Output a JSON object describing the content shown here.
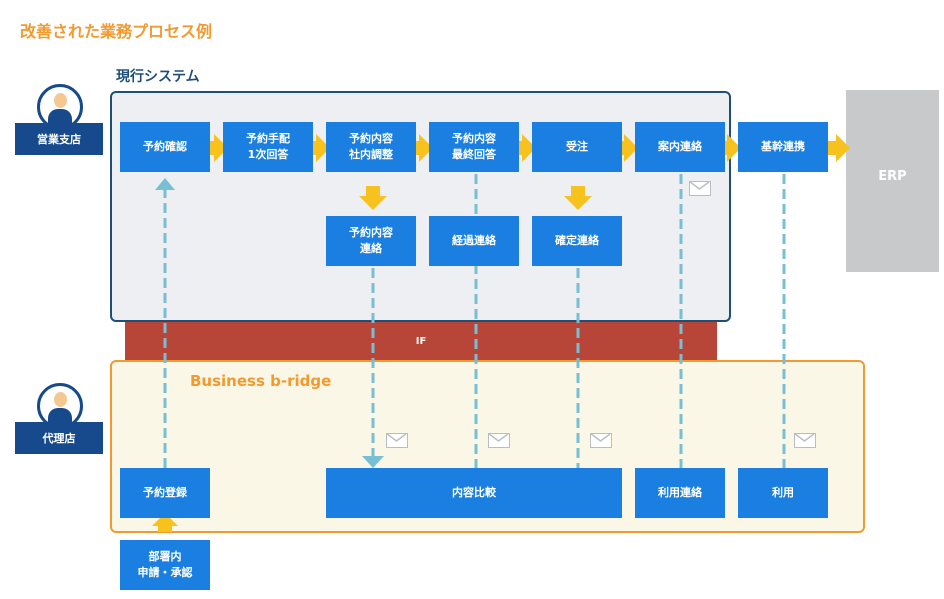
{
  "title": "改善された業務プロセス例",
  "current_system": {
    "label": "現行システム"
  },
  "if_band": {
    "label": "IF"
  },
  "bb_system": {
    "label": "Business b-ridge"
  },
  "erp": {
    "label": "ERP"
  },
  "roles": {
    "branch": "営業支店",
    "agent": "代理店"
  },
  "top_steps": [
    "予約確認",
    "予約手配\n1次回答",
    "予約内容\n社内調整",
    "予約内容\n最終回答",
    "受注",
    "案内連絡",
    "基幹連携"
  ],
  "sub_steps": [
    "予約内容\n連絡",
    "経過連絡",
    "確定連絡"
  ],
  "bottom_steps": {
    "reservation_registration": "予約登録",
    "content_comparison": "内容比較",
    "usage_contact": "利用連絡",
    "usage": "利用"
  },
  "department_request": "部署内\n申請・承認",
  "colors": {
    "title_orange": "#f29a2e",
    "box_blue": "#1a7fe0",
    "navy": "#174a8c",
    "if_red": "#b84638",
    "arrow_yellow": "#f7c21e",
    "dash_teal": "#76bfd4",
    "erp_gray": "#c8c9cb"
  },
  "icons": [
    "person-icon",
    "mail-icon",
    "arrow-right-icon",
    "arrow-down-icon",
    "arrow-up-icon"
  ]
}
